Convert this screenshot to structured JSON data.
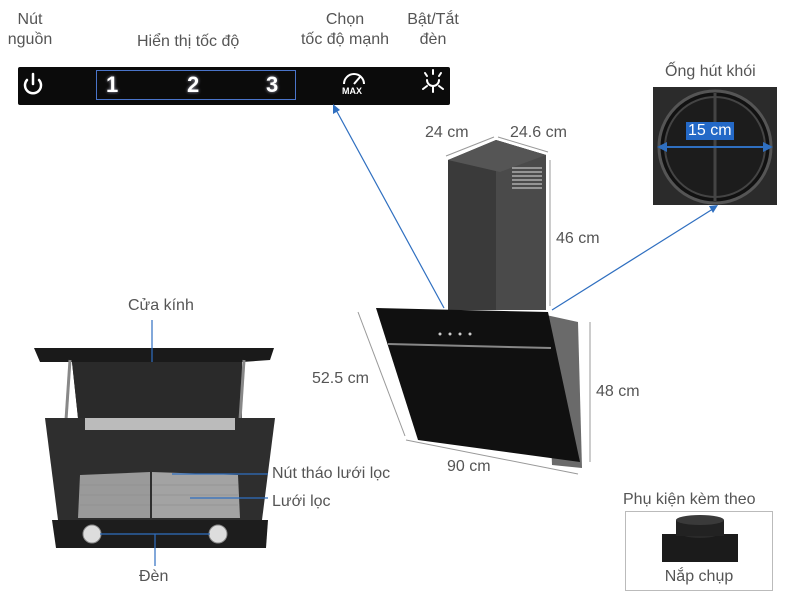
{
  "control_panel": {
    "power_label": "Nút\nnguồn",
    "speed_display_label": "Hiển thị tốc độ",
    "turbo_label": "Chọn\ntốc độ mạnh",
    "light_label": "Bật/Tắt\nđèn",
    "speeds": [
      "1",
      "2",
      "3"
    ],
    "turbo_icon_text": "MAX"
  },
  "hood": {
    "duct_label": "Ống hút khói",
    "duct_diameter": "15 cm",
    "dims": {
      "chimney_depth": "24 cm",
      "chimney_width": "24.6 cm",
      "chimney_height": "46 cm",
      "glass_diagonal": "52.5 cm",
      "body_height": "48 cm",
      "width": "90 cm"
    }
  },
  "open_view": {
    "glass_door_label": "Cửa kính",
    "filter_release_label": "Nút tháo lưới lọc",
    "filter_label": "Lưới lọc",
    "lamp_label": "Đèn"
  },
  "accessory": {
    "title": "Phụ kiện kèm theo",
    "item_label": "Nắp chụp"
  },
  "colors": {
    "pointer_blue": "#2f6fc0",
    "panel_black": "#0b0b0b",
    "highlight_blue": "#2469c7"
  }
}
